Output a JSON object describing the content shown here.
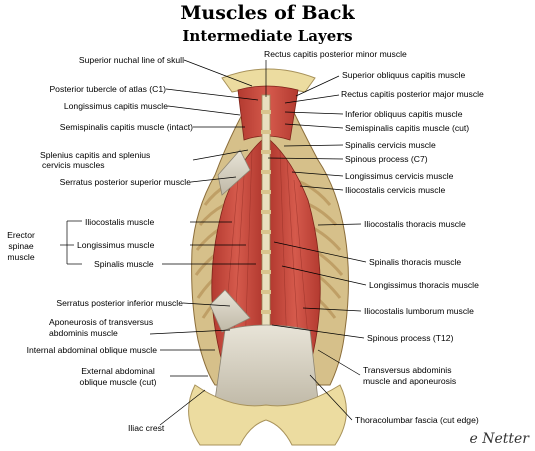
{
  "title": "Muscles of Back",
  "subtitle": "Intermediate Layers",
  "labels": {
    "superior_nuchal_line": "Superior nuchal line of skull",
    "rectus_minor": "Rectus capitis posterior minor muscle",
    "superior_oblique": "Superior obliquus capitis muscle",
    "posterior_tubercle": "Posterior tubercle of atlas (C1)",
    "rectus_major": "Rectus capitis posterior major muscle",
    "longissimus_capitis": "Longissimus capitis muscle",
    "inferior_oblique": "Inferior obliquus capitis muscle",
    "semispinalis_intact": "Semispinalis capitis muscle (intact)",
    "semispinalis_cut": "Semispinalis capitis muscle (cut)",
    "splenius_line1": "Splenius capitis and splenius",
    "splenius_line2": "cervicis muscles",
    "spinalis_cervicis": "Spinalis cervicis muscle",
    "spinous_c7": "Spinous process (C7)",
    "serratus_superior": "Serratus posterior superior muscle",
    "longissimus_cervicis": "Longissimus cervicis muscle",
    "iliocostalis_cervicis": "Iliocostalis cervicis muscle",
    "erector_line1": "Erector",
    "erector_line2": "spinae",
    "erector_line3": "muscle",
    "iliocostalis": "Iliocostalis muscle",
    "longissimus": "Longissimus muscle",
    "spinalis": "Spinalis muscle",
    "iliocostalis_thoracis": "Iliocostalis thoracis muscle",
    "spinalis_thoracis": "Spinalis thoracis muscle",
    "longissimus_thoracis": "Longissimus thoracis muscle",
    "serratus_inferior": "Serratus posterior inferior muscle",
    "iliocostalis_lumborum": "Iliocostalis lumborum muscle",
    "aponeurosis_line1": "Aponeurosis of transversus",
    "aponeurosis_line2": "abdominis muscle",
    "spinous_t12": "Spinous process (T12)",
    "internal_oblique": "Internal abdominal oblique muscle",
    "external_line1": "External abdominal",
    "external_line2": "oblique muscle (cut)",
    "transversus_line1": "Transversus abdominis",
    "transversus_line2": "muscle and aponeurosis",
    "iliac_crest": "Iliac crest",
    "thoracolumbar": "Thoracolumbar fascia (cut edge)"
  },
  "signature": "e Netter",
  "colors": {
    "muscle": "#c8473c",
    "muscle_dark": "#9e2f28",
    "fascia": "#d9d4c4",
    "bone": "#ecdca0",
    "leader": "#000000"
  }
}
